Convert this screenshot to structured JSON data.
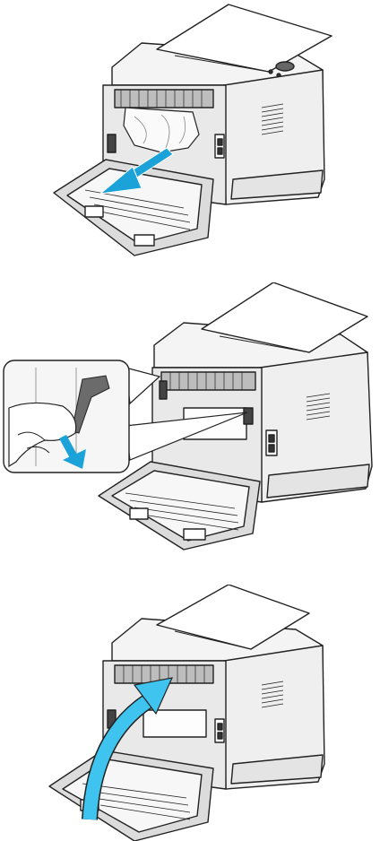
{
  "steps": [
    {
      "id": 1,
      "action": "remove-jammed-paper",
      "arrow_color": "#1ba3d9"
    },
    {
      "id": 2,
      "action": "lower-fuser-lever",
      "arrow_color": "#1ba3d9"
    },
    {
      "id": 3,
      "action": "close-rear-door",
      "arrow_color": "#3ec4ee"
    }
  ],
  "colors": {
    "outline": "#222222",
    "printer_body": "#f4f4f4",
    "shadow": "#cfcfcf",
    "dark": "#555555",
    "arrow": "#1ba3d9"
  },
  "icons": [
    "printer-illustration",
    "jammed-paper",
    "arrow-down-icon",
    "hand-lever-callout",
    "curved-arrow-icon"
  ]
}
